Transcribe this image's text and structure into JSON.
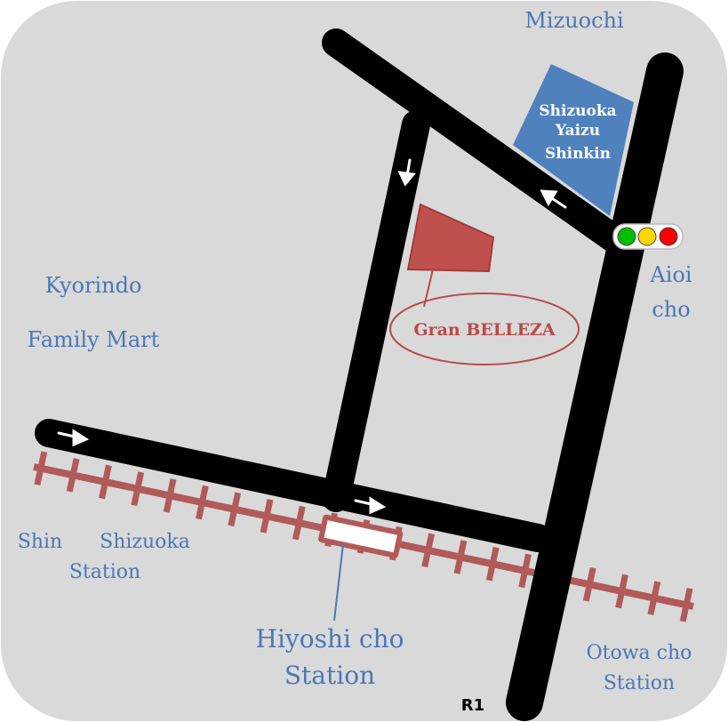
{
  "map": {
    "places": {
      "mizuochi": "Mizuochi",
      "kyorindo": "Kyorindo",
      "family_mart": "Family Mart",
      "aioi_line1": "Aioi",
      "aioi_line2": "cho",
      "shin_shizuoka_line1a": "Shin",
      "shin_shizuoka_line1b": "Shizuoka",
      "shin_shizuoka_line2": "Station",
      "hiyoshi_line1": "Hiyoshi cho",
      "hiyoshi_line2": "Station",
      "otowa_line1": "Otowa cho",
      "otowa_line2": "Station"
    },
    "bank": {
      "line1": "Shizuoka",
      "line2": "Yaizu",
      "line3": "Shinkin"
    },
    "destination": "Gran BELLEZA",
    "route_label": "R1",
    "colors": {
      "background": "#d9d9d9",
      "road": "#000000",
      "railway": "#b15a5a",
      "bank": "#4f81bd",
      "destination": "#c0504d",
      "label_blue": "#4a78b8",
      "traffic_green": "#00c000",
      "traffic_yellow": "#ffd700",
      "traffic_red": "#ff0000"
    },
    "icons": [
      "traffic-light-icon",
      "one-way-arrow-icon"
    ]
  }
}
